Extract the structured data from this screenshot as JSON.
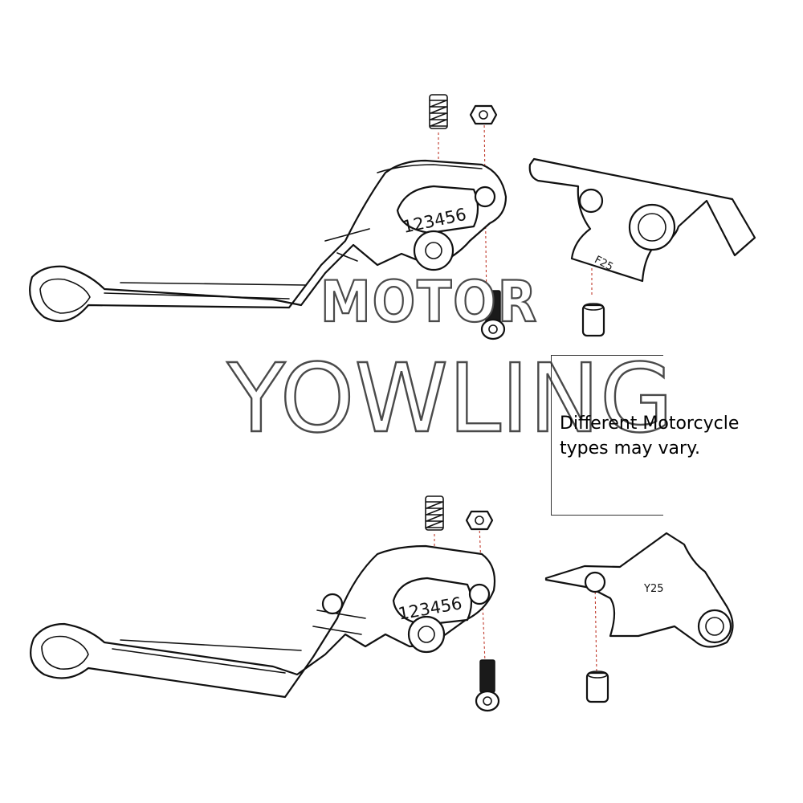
{
  "watermark": {
    "line1": "MOTOR",
    "line2": "YOWLING"
  },
  "note": {
    "line1": "Different Motorcycle",
    "line2": "types may vary."
  },
  "labels": {
    "adjuster_numbers_top": "123456",
    "adjuster_numbers_bottom": "123456",
    "adapter_code_top": "F25",
    "adapter_code_bottom": "Y25"
  },
  "colors": {
    "line": "#111111",
    "guide": "#c0392b",
    "watermark_stroke": "#4a4a4a"
  }
}
